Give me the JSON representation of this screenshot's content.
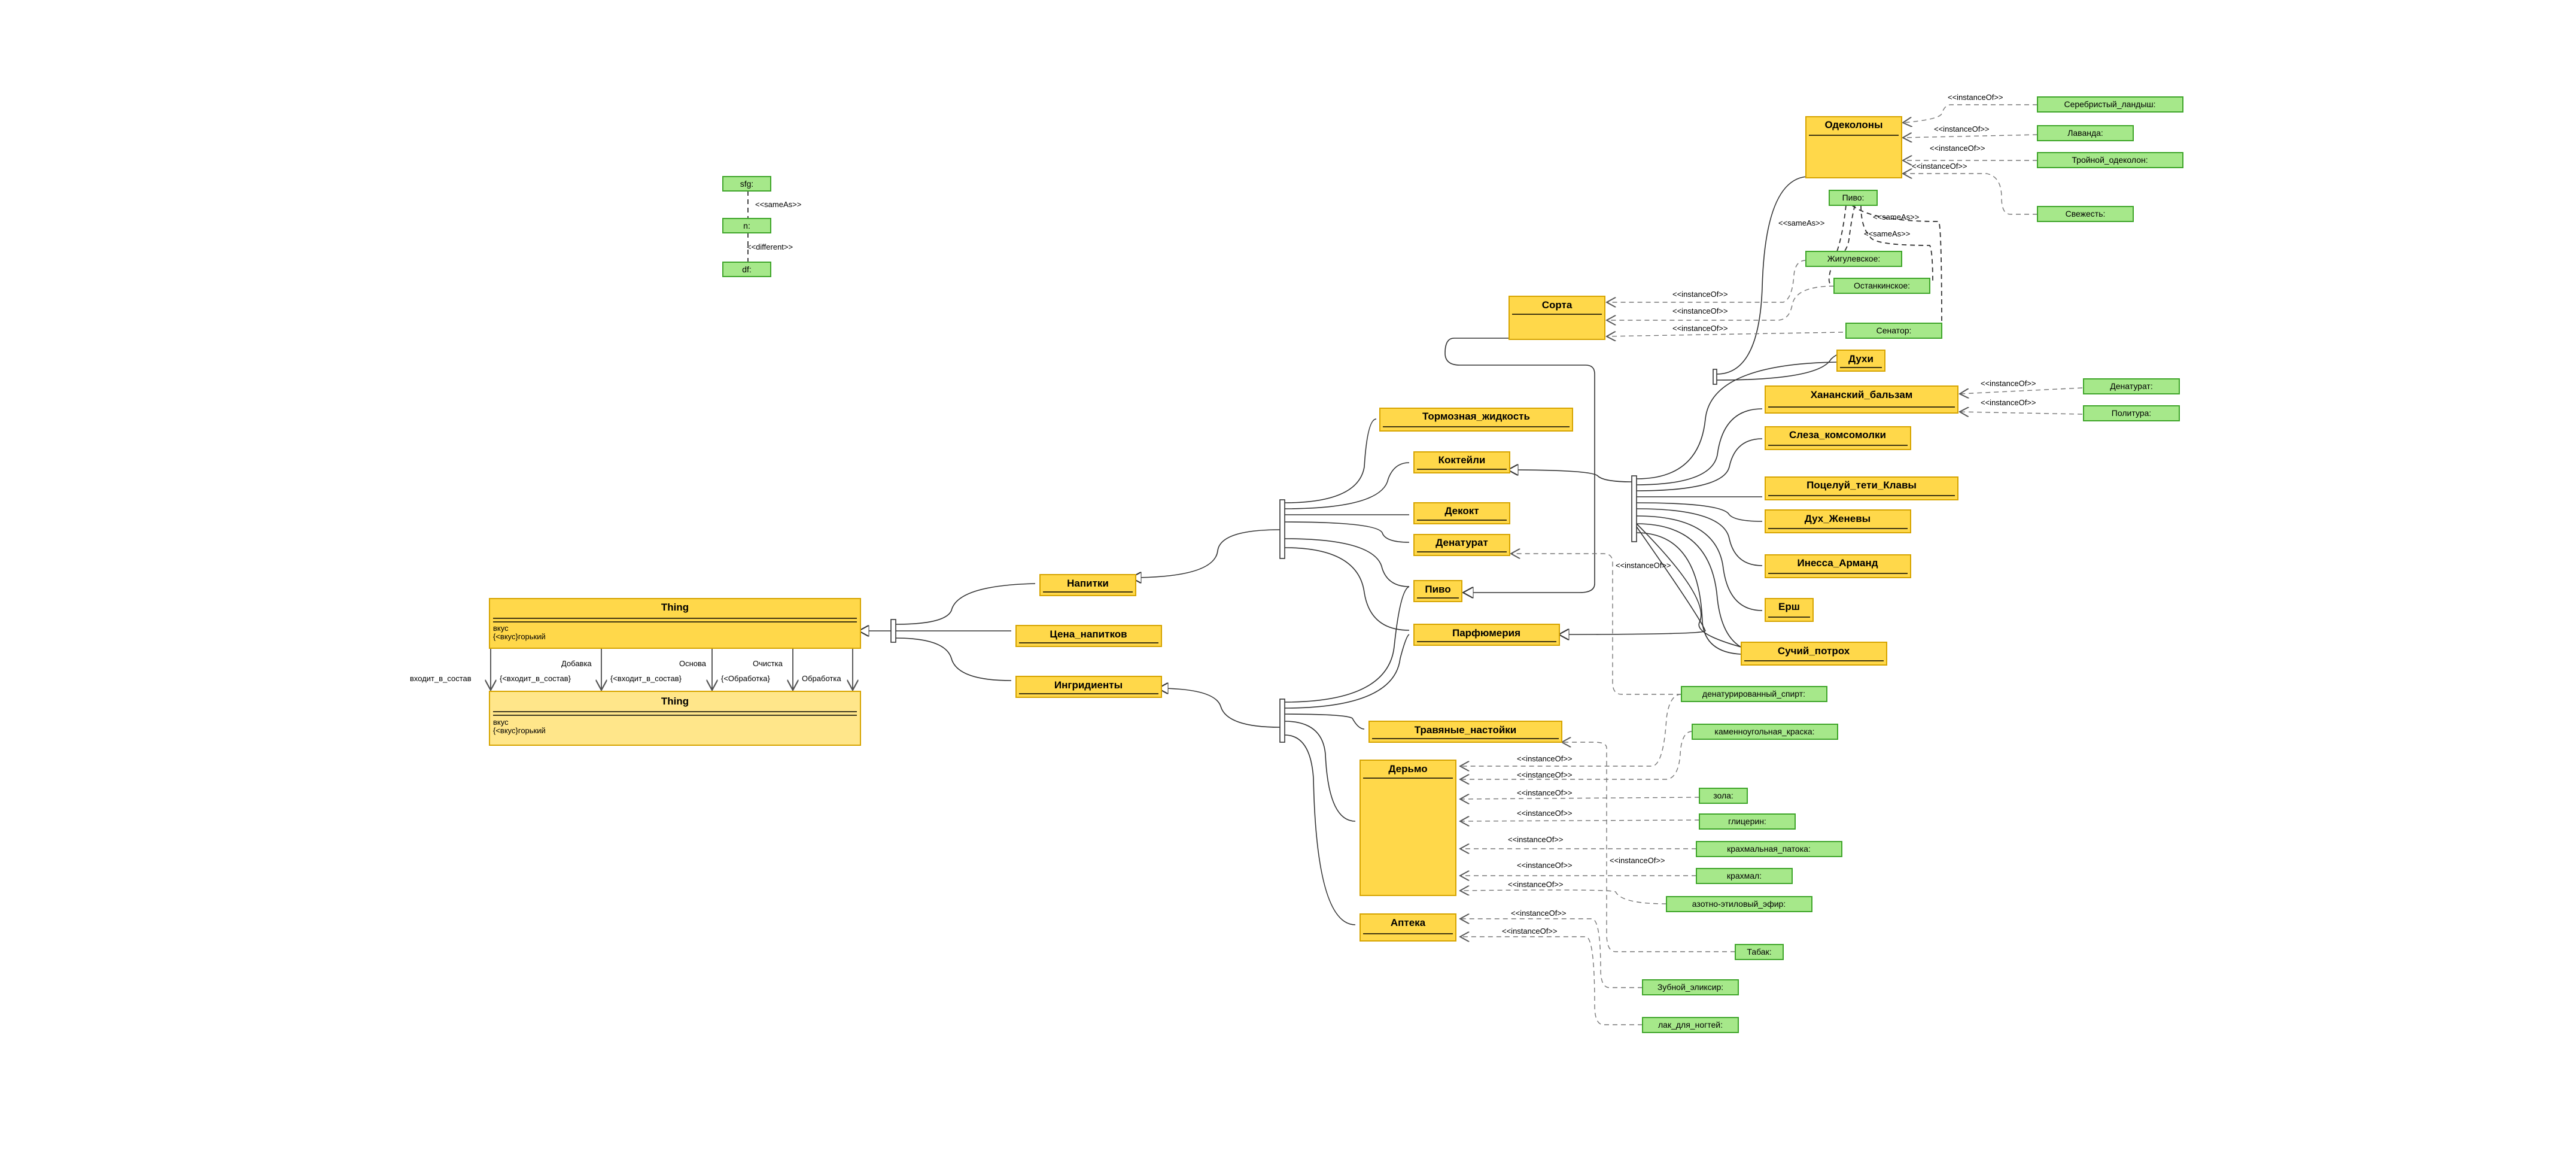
{
  "thing_top": {
    "title": "Thing",
    "attr1": "вкус",
    "attr2": "{<вкус}горький"
  },
  "thing_bottom": {
    "title": "Thing",
    "attr1": "вкус",
    "attr2": "{<вкус}горький"
  },
  "thing_relations": [
    "входит_в_состав",
    "{<входит_в_состав}",
    "Добавка",
    "{<входит_в_состав}",
    "Основа",
    "{<Обработка}",
    "Очистка",
    "Обработка"
  ],
  "legend_small": {
    "a": "sfg:",
    "b": "n:",
    "c": "df:",
    "same_as": "<<sameAs>>",
    "different": "<<different>>"
  },
  "classes": {
    "napitki": "Напитки",
    "cena": "Цена_напитков",
    "ingridienty": "Ингридиенты",
    "tormoznaya": "Тормозная_жидкость",
    "kokteyli": "Коктейли",
    "dekokt": "Декокт",
    "denaturat": "Денатурат",
    "pivo": "Пиво",
    "parfyumeriya": "Парфюмерия",
    "sorta": "Сорта",
    "odekolony": "Одеколоны",
    "duhi": "Духи",
    "hanaanskiy": "Хананский_бальзам",
    "sleza": "Слеза_комсомолки",
    "poceluy": "Поцелуй_тети_Клавы",
    "duh_zhenevy": "Дух_Женевы",
    "inessa": "Инесса_Арманд",
    "ersh": "Ерш",
    "suchiy": "Сучий_потрох",
    "travyanye": "Травяные_настойки",
    "dermo": "Дерьмо",
    "apteka": "Аптека"
  },
  "individuals": {
    "serebristy": "Серебристый_ландыш:",
    "lavanda": "Лаванда:",
    "troynoy": "Тройной_одеколон:",
    "svezhest": "Свежесть:",
    "pivo": "Пиво:",
    "zhigulevskoe": "Жигулевское:",
    "ostankinskoe": "Останкинское:",
    "senator": "Сенатор:",
    "denaturat": "Денатурат:",
    "politura": "Политура:",
    "denaturirovanny": "денатурированный_спирт:",
    "kamennougolnaya": "каменноугольная_краска:",
    "zola": "зола:",
    "glicerin": "глицерин:",
    "krahmalnaya": "крахмальная_патока:",
    "krahmal": "крахмал:",
    "azotno": "азотно-этиловый_эфир:",
    "tabak": "Табак:",
    "zubnoy": "Зубной_эликсир:",
    "lak": "лак_для_ногтей:"
  },
  "labels": {
    "instance_of": "<<instanceOf>>",
    "same_as": "<<sameAs>>"
  }
}
